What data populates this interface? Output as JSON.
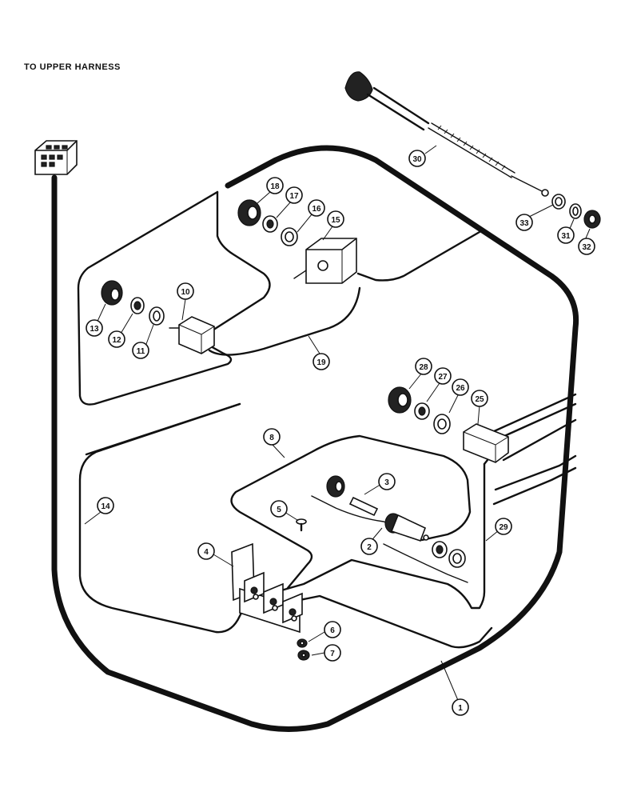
{
  "header": {
    "label": "TO UPPER HARNESS"
  },
  "callouts": [
    "1",
    "2",
    "3",
    "4",
    "5",
    "6",
    "7",
    "8",
    "10",
    "11",
    "12",
    "13",
    "14",
    "15",
    "16",
    "17",
    "18",
    "19",
    "25",
    "26",
    "27",
    "28",
    "29",
    "30",
    "31",
    "32",
    "33"
  ]
}
